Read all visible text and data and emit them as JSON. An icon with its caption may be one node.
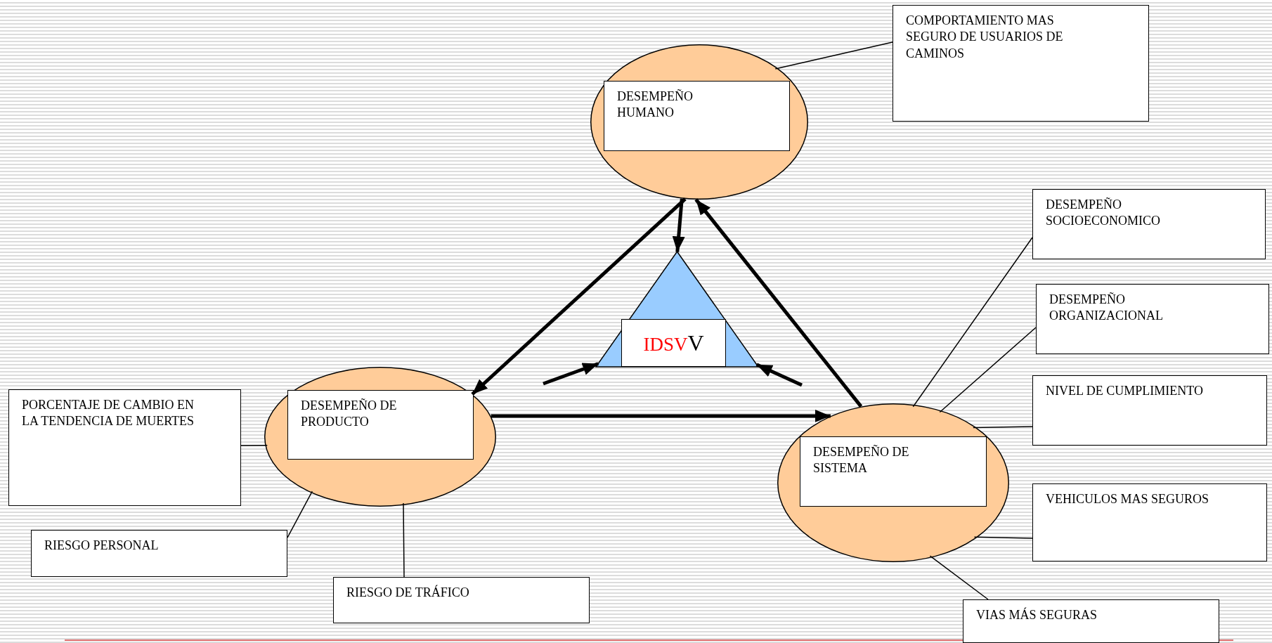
{
  "diagram": {
    "nodes": [
      {
        "text": [],
        "shape": "circle"
      },
      {
        "text": [
          "DESEMPEÑO HUMANO"
        ],
        "in": 0
      },
      {
        "text": [
          "COMPORTAMIENTO MAS SEGURO DE USUARIOS DE CAMINOS"
        ]
      },
      {
        "text": [
          "DESEMPEÑO SOCIOECONOMICO"
        ]
      },
      {
        "text": [],
        "shape": "triangle"
      },
      {
        "text": [
          "IDSV",
          "V"
        ],
        "in": 4
      },
      {
        "text": [
          "DESEMPEÑO ORGANIZACIONAL"
        ]
      },
      {
        "text": [
          "PORCENTAJE DE CAMBIO EN LA TENDENCIA DE MUERTES"
        ]
      },
      {
        "text": [],
        "shape": "circle"
      },
      {
        "text": [
          "DESEMPEÑO DE PRODUCTO"
        ],
        "in": 8
      },
      {
        "text": [
          "NIVEL DE CUMPLIMIENTO"
        ]
      },
      {
        "text": [],
        "shape": "circle"
      },
      {
        "text": [
          "DESEMPEÑO DE SISTEMA"
        ],
        "in": 11
      },
      {
        "text": [
          "RIESGO PERSONAL"
        ]
      },
      {
        "text": [
          "VEHICULOS MAS SEGUROS"
        ]
      },
      {
        "text": [
          "RIESGO DE TRÁFICO"
        ]
      },
      {
        "text": [
          "VIAS MÁS SEGURAS"
        ]
      }
    ],
    "edges": [
      {
        "from": 0,
        "to": 8,
        "arrow": "to",
        "style": "thick"
      },
      {
        "from": 11,
        "to": 0,
        "arrow": "to",
        "style": "thick"
      },
      {
        "from": 0,
        "to": 4,
        "arrow": "to",
        "style": "thick"
      },
      {
        "from": 8,
        "to": 11,
        "arrow": "to",
        "style": "thick"
      },
      {
        "from": null,
        "to": 4,
        "arrow": "to",
        "style": "thick"
      },
      {
        "from": null,
        "to": 4,
        "arrow": "to",
        "style": "thick"
      },
      {
        "from": 0,
        "to": 2,
        "arrow": "none"
      },
      {
        "from": 8,
        "to": 7,
        "arrow": "none"
      },
      {
        "from": 8,
        "to": 13,
        "arrow": "none"
      },
      {
        "from": 8,
        "to": 15,
        "arrow": "none"
      },
      {
        "from": 11,
        "to": 3,
        "arrow": "none"
      },
      {
        "from": 11,
        "to": 6,
        "arrow": "none"
      },
      {
        "from": 11,
        "to": 10,
        "arrow": "none"
      },
      {
        "from": 11,
        "to": 14,
        "arrow": "none"
      },
      {
        "from": 11,
        "to": 16,
        "arrow": "none"
      }
    ]
  }
}
